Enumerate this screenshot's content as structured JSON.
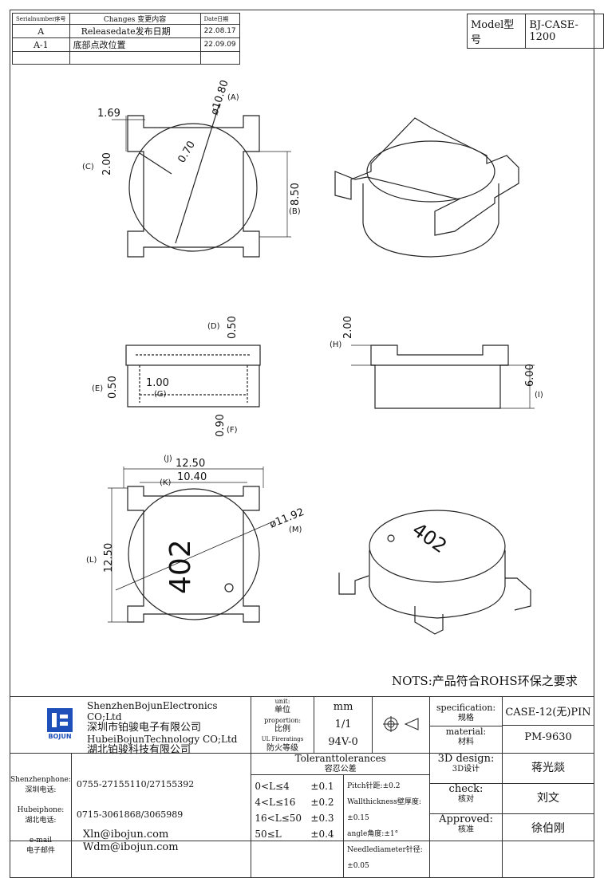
{
  "revision": {
    "headers": {
      "serial": "Serialnumber序号",
      "changes": "Changes 变更内容",
      "date": "Date日期"
    },
    "rows": [
      {
        "serial": "A",
        "change": "Releasedate发布日期",
        "date": "22.08.17"
      },
      {
        "serial": "A-1",
        "change": "底部点改位置",
        "date": "22.09.09"
      },
      {
        "serial": "",
        "change": "",
        "date": ""
      }
    ]
  },
  "model": {
    "label": "Model型号",
    "value": "BJ-CASE-1200"
  },
  "dims": {
    "top_view": {
      "d_a": "ø10.80",
      "a": "(A)",
      "w": "1.69",
      "h": "2.00",
      "c": "(C)",
      "r": "0.70",
      "b_val": "8.50",
      "b": "(B)"
    },
    "front_view": {
      "d_val": "0.50",
      "d": "(D)",
      "e_val": "0.50",
      "e": "(E)",
      "g_val": "1.00",
      "g": "(G)",
      "f_val": "0.90",
      "f": "(F)"
    },
    "side_view": {
      "h_val": "2.00",
      "h": "(H)",
      "i_val": "6.00",
      "i": "(I)"
    },
    "bottom_view": {
      "j_val": "12.50",
      "j": "(J)",
      "k_val": "10.40",
      "k": "(K)",
      "l_val": "12.50",
      "l": "(L)",
      "m_val": "ø11.92",
      "m": "(M)",
      "marking": "402"
    }
  },
  "notes": "NOTS:产品符合ROHS环保之要求",
  "title_block": {
    "company": {
      "line1": "ShenzhenBojunElectronics CO;Ltd",
      "line2": "深圳市铂骏电子有限公司",
      "line3": "HubeiBojunTechnology CO;Ltd",
      "line4": "湖北铂骏科技有限公司",
      "logo_text": "BOJUN"
    },
    "unit": {
      "label_en": "unit:",
      "label_cn": "单位",
      "value": "mm"
    },
    "proportion": {
      "label_en": "proportion:",
      "label_cn": "比例",
      "value": "1/1"
    },
    "ul": {
      "label_en": "UL Fireratings",
      "label_cn": "防火等级",
      "value": "94V-0"
    },
    "spec": {
      "label_en": "specification:",
      "label_cn": "规格",
      "value": "CASE-12(无)PIN"
    },
    "material": {
      "label_en": "material:",
      "label_cn": "材料",
      "value": "PM-9630"
    },
    "design": {
      "label_en": "3D design:",
      "label_cn": "3D设计",
      "value": "蒋光燚"
    },
    "check": {
      "label_en": "check:",
      "label_cn": "核对",
      "value": "刘文"
    },
    "approved": {
      "label_en": "Approved:",
      "label_cn": "核准",
      "value": "徐伯刚"
    },
    "contact": {
      "sz_label_en": "Shenzhenphone:",
      "sz_label_cn": "深圳电话:",
      "sz_value": "0755-27155110/27155392",
      "hb_label_en": "Hubeiphone:",
      "hb_label_cn": "湖北电话:",
      "hb_value": "0715-3061868/3065989",
      "mail_label_en": "e-mail",
      "mail_label_cn": "电子邮件",
      "mail1": "Xln@ibojun.com",
      "mail2": "Wdm@ibojun.com"
    },
    "tolerance": {
      "title_en": "Toleranttolerances",
      "title_cn": "容忍公差",
      "ranges": [
        {
          "range": "0<L≤4",
          "tol": "±0.1"
        },
        {
          "range": "4<L≤16",
          "tol": "±0.2"
        },
        {
          "range": "16<L≤50",
          "tol": "±0.3"
        },
        {
          "range": "50≤L",
          "tol": "±0.4"
        }
      ],
      "notes": [
        "Pitch针距:±0.2",
        "Wallthickness壁厚度:±0.15",
        "angle角度:±1°",
        "Needlediameter针径:±0.05"
      ]
    }
  }
}
